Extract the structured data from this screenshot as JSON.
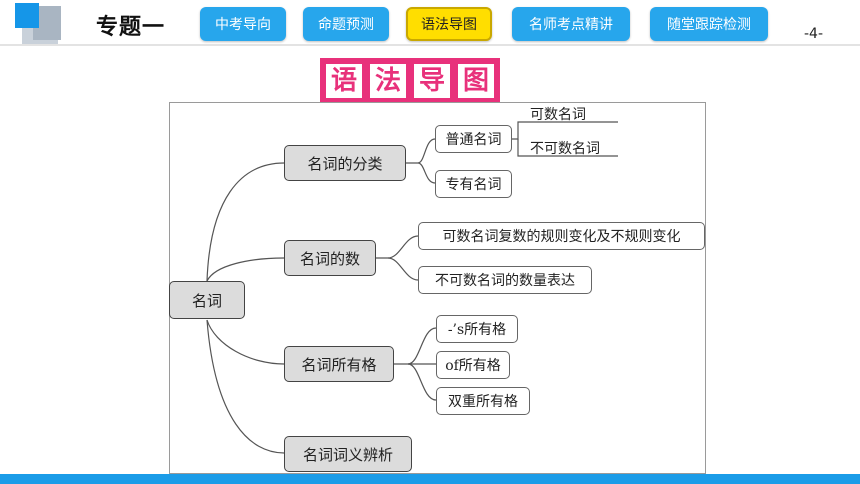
{
  "header": {
    "topic": "专题一",
    "tabs": [
      {
        "label": "中考导向",
        "active": false
      },
      {
        "label": "命题预测",
        "active": false
      },
      {
        "label": "语法导图",
        "active": true
      },
      {
        "label": "名师考点精讲",
        "active": false
      },
      {
        "label": "随堂跟踪检测",
        "active": false
      }
    ],
    "page_number": "-4-"
  },
  "banner": {
    "chars": [
      "语",
      "法",
      "导",
      "图"
    ]
  },
  "mindmap": {
    "root": "名词",
    "branches": [
      {
        "label": "名词的分类",
        "children": [
          {
            "label": "普通名词",
            "leaves": [
              "可数名词",
              "不可数名词"
            ]
          },
          {
            "label": "专有名词"
          }
        ]
      },
      {
        "label": "名词的数",
        "children": [
          {
            "label": "可数名词复数的规则变化及不规则变化"
          },
          {
            "label": "不可数名词的数量表达"
          }
        ]
      },
      {
        "label": "名词所有格",
        "children": [
          {
            "label": "-’s所有格"
          },
          {
            "label": "of所有格"
          },
          {
            "label": "双重所有格"
          }
        ]
      },
      {
        "label": "名词词义辨析"
      }
    ]
  },
  "colors": {
    "tab": "#27a6ec",
    "tab_active": "#ffde00",
    "banner": "#e8317b",
    "bottom_bar": "#1b9ce8"
  }
}
